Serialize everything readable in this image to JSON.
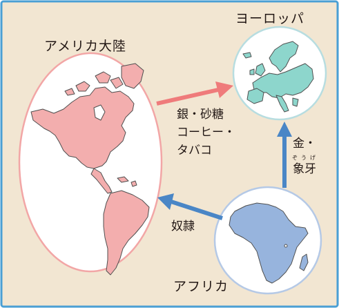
{
  "colors": {
    "frame_border": "#4a9fd4",
    "background": "#f2e6d2",
    "americas_oval_fill": "#ffffff",
    "americas_oval_stroke": "#f2a6a6",
    "americas_land": "#f3aeae",
    "europe_oval_stroke": "#b7dde0",
    "europe_land": "#8dd6cc",
    "africa_oval_stroke": "#b5c9e6",
    "africa_land": "#97b4dd",
    "land_outline": "#4f4f4f",
    "arrow_red": "#ef7b7b",
    "arrow_blue": "#4a86c6"
  },
  "regions": {
    "americas": "アメリカ大陸",
    "europe": "ヨーロッパ",
    "africa": "アフリカ"
  },
  "flows": {
    "americas_to_europe": [
      "銀・砂糖",
      "コーヒー・",
      "タバコ"
    ],
    "africa_to_europe": [
      "金・",
      "象牙"
    ],
    "africa_to_europe_ruby": "ぞうげ",
    "africa_to_americas": "奴隷"
  },
  "icons": {
    "americas_map": "americas-continent-map",
    "europe_map": "europe-continent-map",
    "africa_map": "africa-continent-map"
  }
}
